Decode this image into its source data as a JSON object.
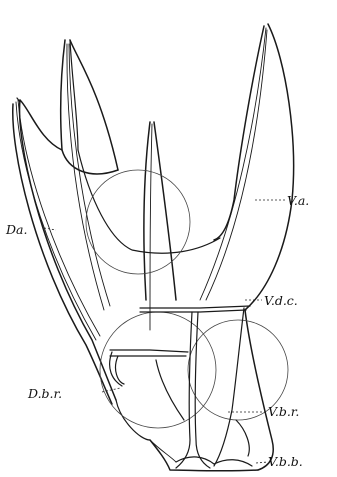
{
  "labels": {
    "da": "Da.",
    "va": "V.a.",
    "vdc": "V.d.c.",
    "dbr": "D.b.r.",
    "vbr": "V.b.r.",
    "vbb": "V.b.b."
  }
}
